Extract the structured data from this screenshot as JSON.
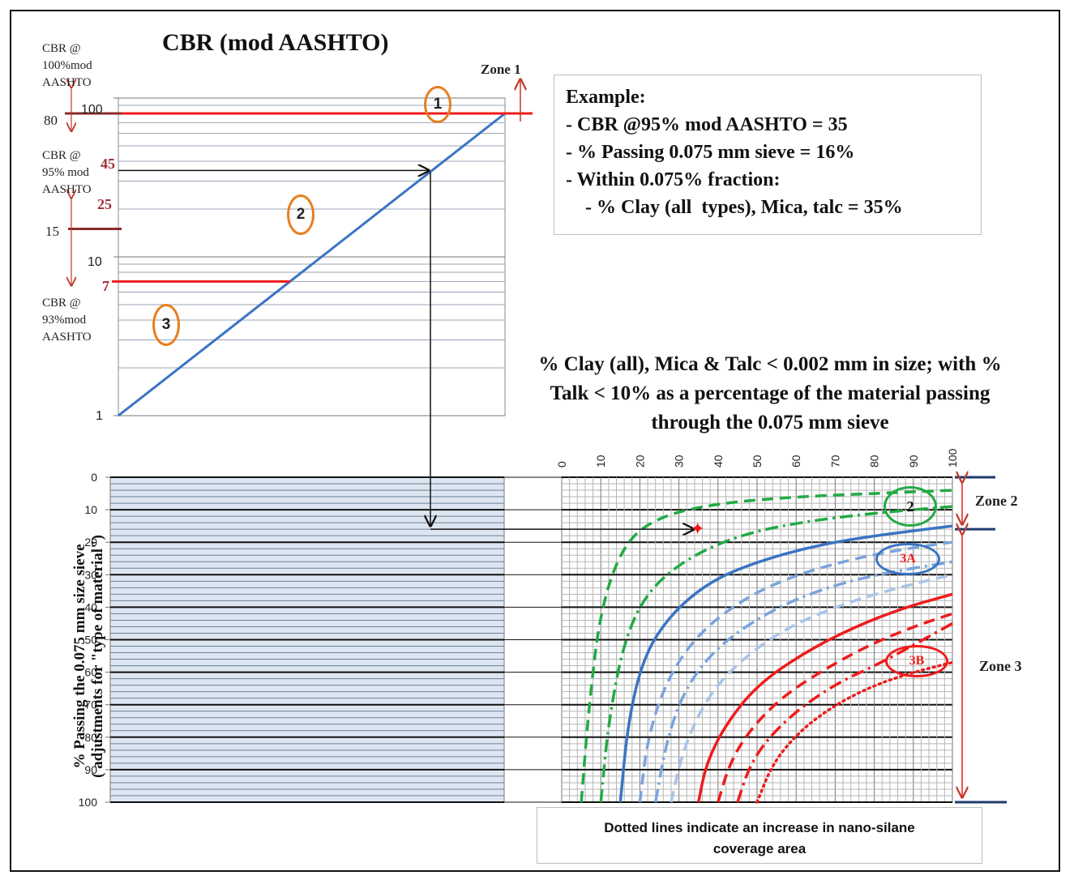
{
  "chart_data": [
    {
      "type": "line",
      "title": "CBR (mod AASHTO)",
      "y_scale": "log",
      "ylim": [
        1,
        100
      ],
      "yticks": [
        "1",
        "10",
        "100"
      ],
      "left_labels": {
        "cbr100": [
          "CBR  @",
          "100%mod",
          "AASHTO"
        ],
        "cbr95": [
          "CBR  @",
          "95%  mod",
          "AASHTO"
        ],
        "cbr93": [
          "CBR  @",
          "93%mod",
          "AASHTO"
        ],
        "value_80": "80",
        "value_15": "15"
      },
      "zone_thresholds": {
        "zone1": 80,
        "zone2_label": "25",
        "zone3": 7
      },
      "red_labels": [
        "45",
        "25",
        "7"
      ],
      "diagonal_line": [
        {
          "rel": 0,
          "cbr": 1
        },
        {
          "rel": 1,
          "cbr": 80
        }
      ],
      "example_cbr": 35,
      "zone_label": "Zone 1",
      "markers": [
        "1",
        "2",
        "3"
      ]
    },
    {
      "type": "line",
      "title": "% Clay (all), Mica & Talc < 0.002 mm in size; with % Talk < 10% as a percentage of the material passing through the 0.075 mm sieve",
      "xlim": [
        0,
        100
      ],
      "ylim": [
        0,
        100
      ],
      "xticks": [
        "0",
        "10",
        "20",
        "30",
        "40",
        "50",
        "60",
        "70",
        "80",
        "90",
        "100"
      ],
      "yticks": [
        "0",
        "10",
        "20",
        "30",
        "40",
        "50",
        "60",
        "70",
        "80",
        "90",
        "100"
      ],
      "ylabel": [
        "% Passing the 0.075 mm size sieve",
        "( adjustments for \"type of material\")"
      ],
      "zones": [
        "Zone 2",
        "Zone 3"
      ],
      "zone_boundary_y": 16,
      "example_point": {
        "x": 35,
        "y": 16
      },
      "curve_labels": [
        "2",
        "3A",
        "3B"
      ],
      "series": [
        {
          "group": "2",
          "color": "#22aa44",
          "style": "dashed",
          "points": [
            [
              5,
              100
            ],
            [
              7,
              70
            ],
            [
              10,
              40
            ],
            [
              16,
              20
            ],
            [
              25,
              12
            ],
            [
              40,
              8
            ],
            [
              60,
              6
            ],
            [
              80,
              5
            ],
            [
              100,
              4
            ]
          ]
        },
        {
          "group": "2",
          "color": "#22aa44",
          "style": "dashdot",
          "points": [
            [
              10,
              100
            ],
            [
              12,
              75
            ],
            [
              16,
              50
            ],
            [
              22,
              35
            ],
            [
              32,
              25
            ],
            [
              45,
              18
            ],
            [
              60,
              14
            ],
            [
              80,
              11
            ],
            [
              100,
              9
            ]
          ]
        },
        {
          "group": "3A",
          "color": "#3a74c4",
          "style": "solid",
          "points": [
            [
              15,
              100
            ],
            [
              17,
              75
            ],
            [
              21,
              55
            ],
            [
              28,
              42
            ],
            [
              38,
              32
            ],
            [
              50,
              26
            ],
            [
              65,
              21
            ],
            [
              80,
              18
            ],
            [
              100,
              15
            ]
          ]
        },
        {
          "group": "3A",
          "color": "#7aa3dd",
          "style": "dashed",
          "points": [
            [
              20,
              100
            ],
            [
              22,
              80
            ],
            [
              27,
              62
            ],
            [
              35,
              48
            ],
            [
              47,
              37
            ],
            [
              60,
              30
            ],
            [
              75,
              25
            ],
            [
              88,
              22
            ],
            [
              100,
              20
            ]
          ]
        },
        {
          "group": "3A",
          "color": "#7aa3dd",
          "style": "dashdot",
          "points": [
            [
              24,
              100
            ],
            [
              27,
              80
            ],
            [
              32,
              64
            ],
            [
              40,
              52
            ],
            [
              52,
              42
            ],
            [
              65,
              35
            ],
            [
              80,
              30
            ],
            [
              100,
              26
            ]
          ]
        },
        {
          "group": "3A",
          "color": "#a9c3e8",
          "style": "dashed",
          "points": [
            [
              28,
              100
            ],
            [
              31,
              84
            ],
            [
              37,
              68
            ],
            [
              46,
              56
            ],
            [
              58,
              46
            ],
            [
              72,
              39
            ],
            [
              86,
              34
            ],
            [
              100,
              30
            ]
          ]
        },
        {
          "group": "3B",
          "color": "#ee1c1c",
          "style": "solid",
          "points": [
            [
              35,
              100
            ],
            [
              37,
              88
            ],
            [
              42,
              76
            ],
            [
              50,
              64
            ],
            [
              62,
              54
            ],
            [
              75,
              46
            ],
            [
              88,
              40
            ],
            [
              100,
              36
            ]
          ]
        },
        {
          "group": "3B",
          "color": "#ee1c1c",
          "style": "dashed",
          "points": [
            [
              40,
              100
            ],
            [
              43,
              88
            ],
            [
              48,
              78
            ],
            [
              56,
              68
            ],
            [
              66,
              60
            ],
            [
              78,
              52
            ],
            [
              90,
              46
            ],
            [
              100,
              42
            ]
          ]
        },
        {
          "group": "3B",
          "color": "#ee1c1c",
          "style": "dashdot",
          "points": [
            [
              45,
              100
            ],
            [
              48,
              89
            ],
            [
              53,
              80
            ],
            [
              61,
              71
            ],
            [
              71,
              63
            ],
            [
              82,
              57
            ],
            [
              100,
              45
            ]
          ]
        },
        {
          "group": "3B",
          "color": "#ee1c1c",
          "style": "dotted",
          "points": [
            [
              50,
              100
            ],
            [
              54,
              88
            ],
            [
              61,
              78
            ],
            [
              70,
              70
            ],
            [
              80,
              64
            ],
            [
              90,
              60
            ],
            [
              100,
              57
            ]
          ]
        }
      ]
    }
  ],
  "example_box": {
    "heading": "Example:",
    "lines": [
      "- CBR @95% mod AASHTO = 35",
      "- % Passing 0.075 mm sieve = 16%",
      "- Within 0.075% fraction:",
      "    - % Clay (all  types), Mica, talc = 35%"
    ]
  },
  "note": {
    "line1": "Dotted lines indicate an increase in nano-silane",
    "line2": "coverage area"
  }
}
